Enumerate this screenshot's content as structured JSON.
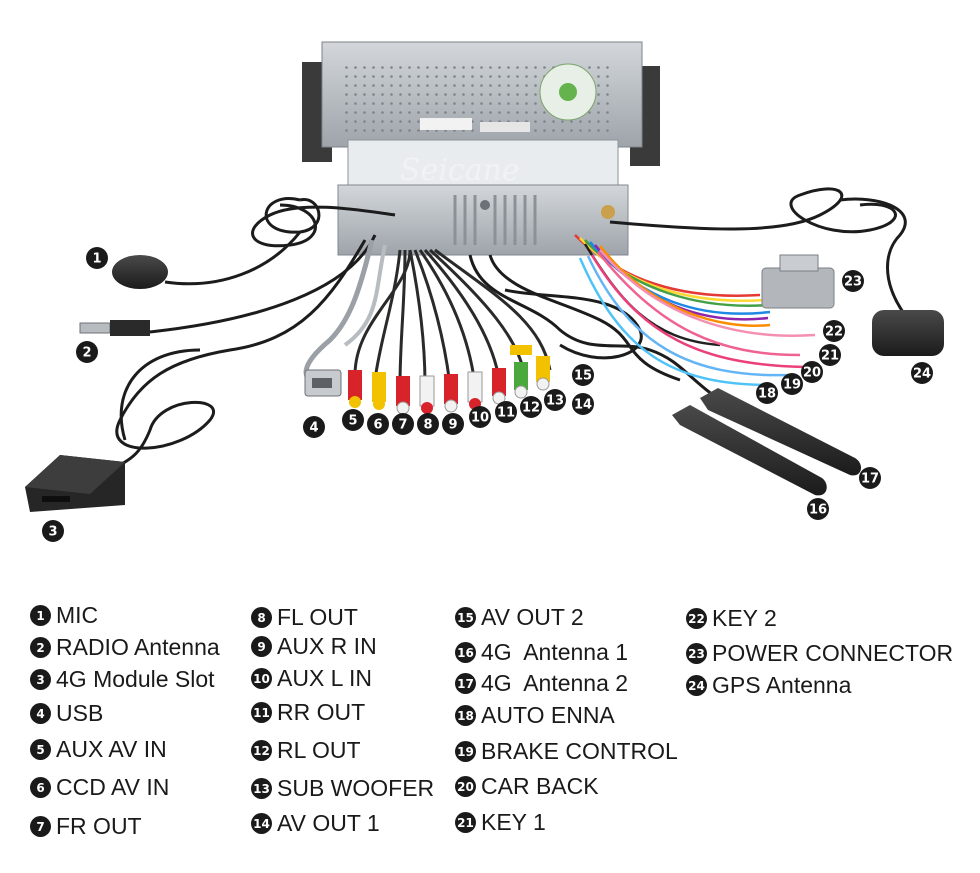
{
  "brand": "Seicane",
  "legend": [
    {
      "num": "1",
      "label": "MIC"
    },
    {
      "num": "2",
      "label": "RADIO Antenna"
    },
    {
      "num": "3",
      "label": "4G Module Slot"
    },
    {
      "num": "4",
      "label": "USB"
    },
    {
      "num": "5",
      "label": "AUX AV IN"
    },
    {
      "num": "6",
      "label": "CCD AV IN"
    },
    {
      "num": "7",
      "label": "FR OUT"
    },
    {
      "num": "8",
      "label": "FL OUT"
    },
    {
      "num": "9",
      "label": "AUX R IN"
    },
    {
      "num": "10",
      "label": "AUX L IN"
    },
    {
      "num": "11",
      "label": "RR OUT"
    },
    {
      "num": "12",
      "label": "RL OUT"
    },
    {
      "num": "13",
      "label": "SUB WOOFER"
    },
    {
      "num": "14",
      "label": "AV OUT 1"
    },
    {
      "num": "15",
      "label": "AV OUT 2"
    },
    {
      "num": "16",
      "label": "4G  Antenna 1"
    },
    {
      "num": "17",
      "label": "4G  Antenna 2"
    },
    {
      "num": "18",
      "label": "AUTO ENNA"
    },
    {
      "num": "19",
      "label": "BRAKE CONTROL"
    },
    {
      "num": "20",
      "label": "CAR BACK"
    },
    {
      "num": "21",
      "label": "KEY 1"
    },
    {
      "num": "22",
      "label": "KEY 2"
    },
    {
      "num": "23",
      "label": "POWER CONNECTOR"
    },
    {
      "num": "24",
      "label": "GPS Antenna"
    }
  ],
  "colors": {
    "badge": "#1a1a1a",
    "rca_red": "#d8232a",
    "rca_white": "#f2f2f2",
    "rca_yellow": "#f2c200",
    "rca_green": "#4aa83c",
    "chassis": "#b9bec4"
  }
}
